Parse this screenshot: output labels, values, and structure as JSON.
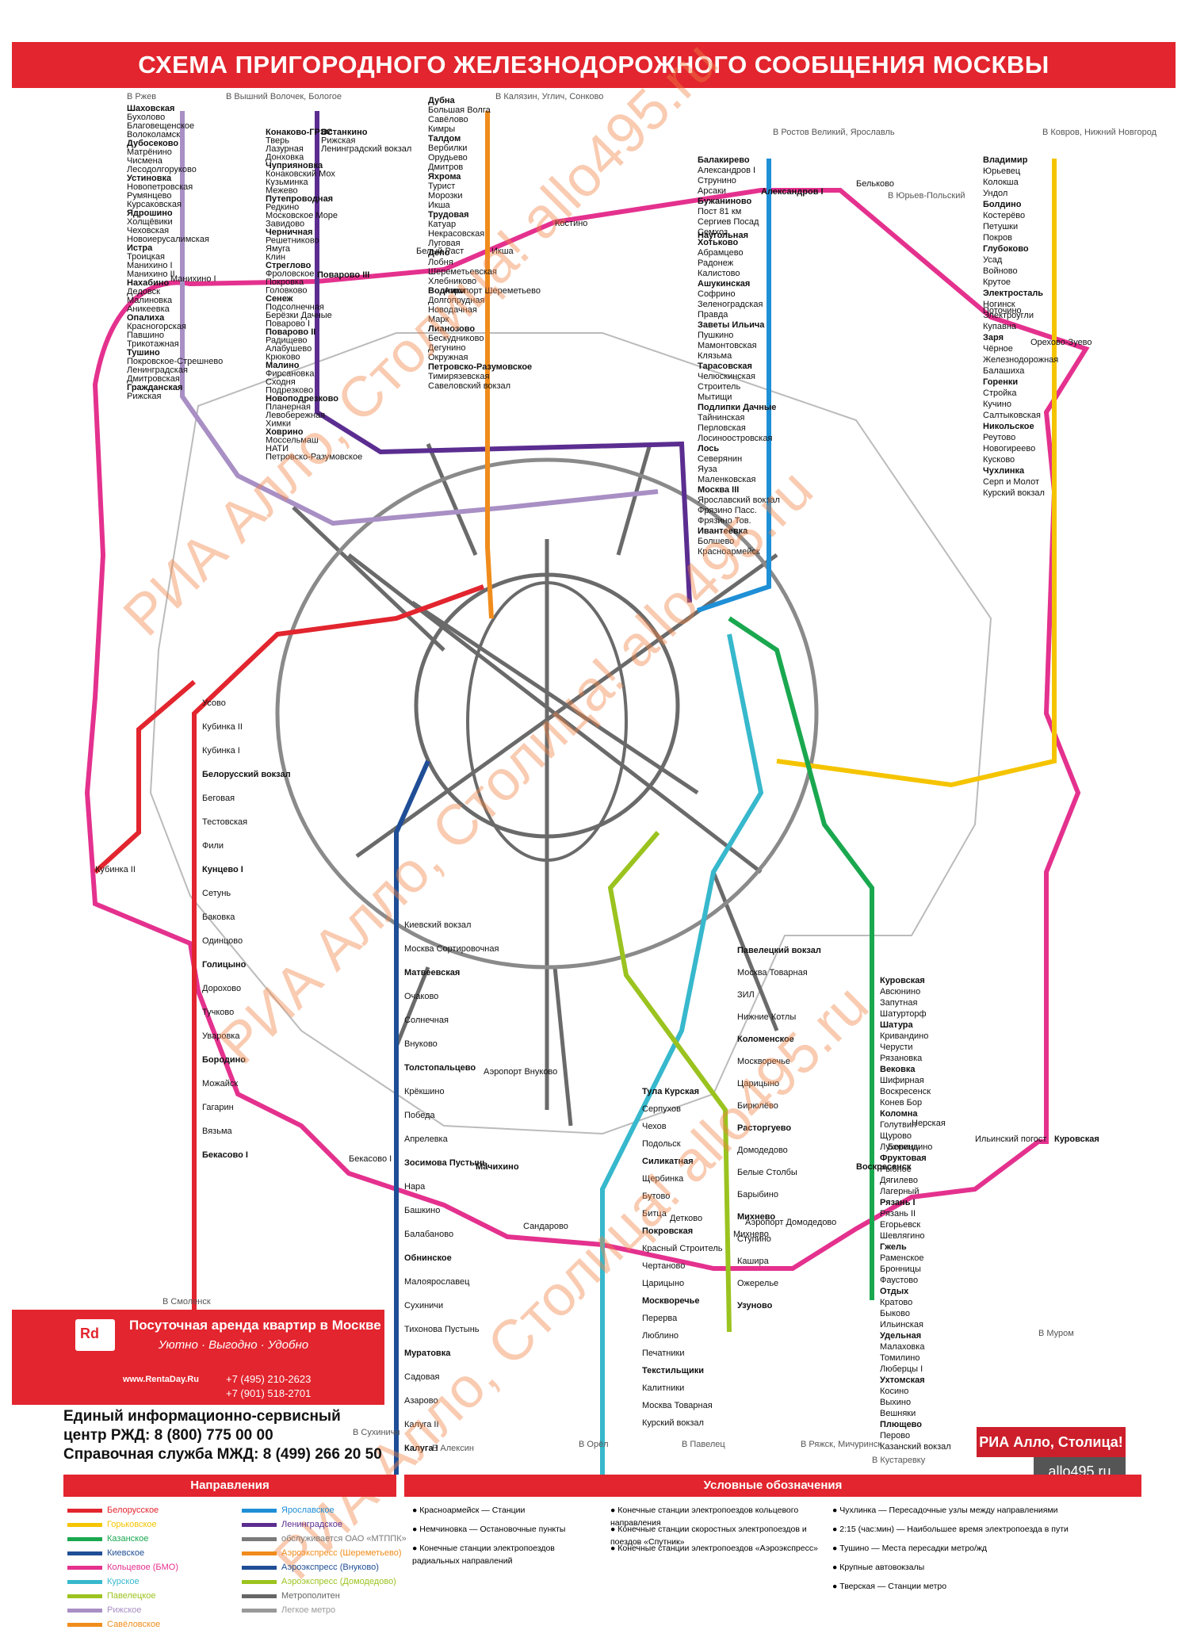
{
  "title": "СХЕМА ПРИГОРОДНОГО ЖЕЛЕЗНОДОРОЖНОГО СООБЩЕНИЯ МОСКВЫ",
  "watermark": "РИА Алло, Столица! allo495.ru",
  "colors": {
    "belorusskoe": "#e2252e",
    "gorkovskoe": "#f5c400",
    "kazanskoe": "#1aa84f",
    "kievskoe": "#1f4e96",
    "bmo": "#e4318e",
    "kurskoe": "#37b8cc",
    "paveletskoe": "#9bc31f",
    "rizhskoe": "#a88fc4",
    "savelovskoe": "#f08c1c",
    "yaroslavskoe": "#1f8fd6",
    "leningradskoe": "#5b2d90",
    "metro": "#666666",
    "mcc": "#888888",
    "aeroexpress": "#f08c1c"
  },
  "directions": {
    "rzhev": "В Ржев",
    "volochek": "В Вышний Волочек,\nБологое",
    "kalyazin": "В Калязин,\nУглич, Сонково",
    "rostov": "В Ростов Великий,\nЯрославль",
    "kovrov": "В Ковров,\nНижний Новгород",
    "yuryev": "В Юрьев-Польский",
    "smolensk": "В Смоленск",
    "sukhinichi": "В Сухиничи",
    "aleksin": "В Алексин",
    "orel": "В Орёл",
    "pavelets": "В Павелец",
    "ryazhsk": "В Ряжск,\nМичуринск",
    "kustarevka": "В Кустаревку",
    "murom": "В Муром"
  },
  "lines": {
    "rizhskoe": [
      "Шаховская",
      "Бухолово",
      "Благовещенское",
      "Волоколамск",
      "Дубосеково",
      "Матрёнино",
      "Чисмена",
      "Лесодолгоруково",
      "Устиновка",
      "Новопетровская",
      "Румянцево",
      "Курсаковская",
      "Ядрошино",
      "Холщёвики",
      "Чеховская",
      "Новоиерусалимская",
      "Истра",
      "Троицкая",
      "Манихино I",
      "Манихино II",
      "Нахабино",
      "Дедовск",
      "Малиновка",
      "Аникеевка",
      "Опалиха",
      "Красногорская",
      "Павшино",
      "Трикотажная",
      "Тушино",
      "Покровское-Стрешнево",
      "Ленинградская",
      "Дмитровская",
      "Гражданская",
      "Рижская"
    ],
    "leningradskoe": [
      "Конаково-ГРЭС",
      "Тверь",
      "Лазурная",
      "Донховка",
      "Чуприяновка",
      "Конаковский Мох",
      "Кузьминка",
      "Межево",
      "Путепроводная",
      "Редкино",
      "Московское Море",
      "Завидово",
      "Черничная",
      "Решетниково",
      "Ямуга",
      "Клин",
      "Стреглово",
      "Фроловское",
      "Покровка",
      "Головково",
      "Сенеж",
      "Подсолнечная",
      "Берёзки Дачные",
      "Поварово I",
      "Поварово II",
      "Радищево",
      "Алабушево",
      "Крюково",
      "Малино",
      "Фирсановка",
      "Сходня",
      "Подрезково",
      "Новоподрезково",
      "Планерная",
      "Левобережная",
      "Химки",
      "Ховрино",
      "Моссельмаш",
      "НАТИ",
      "Петровско-Разумовское",
      "Останкино",
      "Рижская",
      "Ленинградский вокзал"
    ],
    "savelovskoe": [
      "Дубна",
      "Большая Волга",
      "Савёлово",
      "Кимры",
      "Талдом",
      "Вербилки",
      "Орудьево",
      "Дмитров",
      "Яхрома",
      "Турист",
      "Морозки",
      "Икша",
      "Трудовая",
      "Катуар",
      "Некрасовская",
      "Луговая",
      "Депо",
      "Лобня",
      "Шереметьевская",
      "Хлебниково",
      "Водники",
      "Долгопрудная",
      "Новодачная",
      "Марк",
      "Лианозово",
      "Бескудниково",
      "Дегунино",
      "Окружная",
      "Петровско-Разумовское",
      "Тимирязевская",
      "Савеловский вокзал"
    ],
    "yaroslavskoe": [
      "Балакирево",
      "Александров I",
      "Струнино",
      "Арсаки",
      "Бужаниново",
      "Пост 81 км",
      "Сергиев Посад",
      "Семхоз",
      "Хотьково",
      "Абрамцево",
      "Радонеж",
      "Калистово",
      "Ашукинская",
      "Софрино",
      "Зеленоградская",
      "Правда",
      "Заветы Ильича",
      "Пушкино",
      "Мамонтовская",
      "Клязьма",
      "Тарасовская",
      "Челюскинская",
      "Строитель",
      "Мытищи",
      "Подлипки Дачные",
      "Тайнинская",
      "Перловская",
      "Лосиноостровская",
      "Лось",
      "Северянин",
      "Яуза",
      "Маленковская",
      "Москва III",
      "Ярославский вокзал",
      "Фрязино Пасс.",
      "Фрязино Тов.",
      "Ивантеевка",
      "Болшево",
      "Красноармейск"
    ],
    "gorkovskoe": [
      "Владимир",
      "Юрьевец",
      "Колокша",
      "Ундол",
      "Болдино",
      "Костерёво",
      "Петушки",
      "Покров",
      "Глубоково",
      "Усад",
      "Войново",
      "Крутое",
      "Электросталь",
      "Ногинск",
      "Электроугли",
      "Купавна",
      "Заря",
      "Чёрное",
      "Железнодорожная",
      "Балашиха",
      "Горенки",
      "Стройка",
      "Кучино",
      "Салтыковская",
      "Никольское",
      "Реутово",
      "Новогиреево",
      "Кусково",
      "Чухлинка",
      "Серп и Молот",
      "Курский вокзал"
    ],
    "kazanskoe": [
      "Куровская",
      "Авсюнино",
      "Запутная",
      "Шатурторф",
      "Шатура",
      "Кривандино",
      "Черусти",
      "Рязановка",
      "Вековка",
      "Шифирная",
      "Воскресенск",
      "Конев Бор",
      "Коломна",
      "Голутвин",
      "Щурово",
      "Луховицы",
      "Фруктовая",
      "Рыбное",
      "Дягилево",
      "Лагерный",
      "Рязань I",
      "Рязань II",
      "Егорьевск",
      "Шевлягино",
      "Гжель",
      "Раменское",
      "Бронницы",
      "Фаустово",
      "Отдых",
      "Кратово",
      "Быково",
      "Ильинская",
      "Удельная",
      "Малаховка",
      "Томилино",
      "Люберцы I",
      "Ухтомская",
      "Косино",
      "Выхино",
      "Вешняки",
      "Плющево",
      "Перово",
      "Казанский вокзал"
    ],
    "kurskoe": [
      "Тула Курская",
      "Серпухов",
      "Чехов",
      "Подольск",
      "Силикатная",
      "Щербинка",
      "Бутово",
      "Битца",
      "Покровская",
      "Красный Строитель",
      "Чертаново",
      "Царицыно",
      "Москворечье",
      "Перерва",
      "Люблино",
      "Печатники",
      "Текстильщики",
      "Калитники",
      "Москва Товарная",
      "Курский вокзал"
    ],
    "kievskoe": [
      "Калуга I",
      "Калуга II",
      "Азарово",
      "Садовая",
      "Муратовка",
      "Тихонова Пустынь",
      "Сухиничи",
      "Малоярославец",
      "Обнинское",
      "Балабаново",
      "Башкино",
      "Нара",
      "Зосимова Пустынь",
      "Апрелевка",
      "Победа",
      "Крёкшино",
      "Толстопальцево",
      "Внуково",
      "Солнечная",
      "Очаково",
      "Матвеевская",
      "Москва Сортировочная",
      "Киевский вокзал"
    ],
    "paveletskoe": [
      "Узуново",
      "Ожерелье",
      "Кашира",
      "Ступино",
      "Михнево",
      "Барыбино",
      "Белые Столбы",
      "Домодедово",
      "Расторгуево",
      "Бирюлёво",
      "Царицыно",
      "Москворечье",
      "Коломенское",
      "Нижние Котлы",
      "ЗИЛ",
      "Москва Товарная",
      "Павелецкий вокзал"
    ],
    "belorusskoe": [
      "Бекасово I",
      "Вязьма",
      "Гагарин",
      "Можайск",
      "Бородино",
      "Уваровка",
      "Тучково",
      "Дорохово",
      "Голицыно",
      "Одинцово",
      "Баковка",
      "Сетунь",
      "Кунцево I",
      "Фили",
      "Тестовская",
      "Беговая",
      "Белорусский вокзал",
      "Кубинка I",
      "Кубинка II",
      "Усово"
    ],
    "bmo": [
      "Александров I",
      "Бельково",
      "Поточино",
      "Орехово-Зуево",
      "Куровская",
      "Ильинский погост",
      "Нерская",
      "Берендино",
      "Воскресенск",
      "Михнево",
      "Детково",
      "Сандарово",
      "Мачихино",
      "Бекасово I",
      "Кубинка II",
      "Манихино I",
      "Поварово III",
      "Белый Раст",
      "Икша",
      "Костино",
      "Наугольная"
    ]
  },
  "aeroexpress": [
    "Аэропорт Шереметьево",
    "Аэропорт Внуково",
    "Аэропорт Домодедово"
  ],
  "ad": {
    "title": "Посуточная аренда квартир в Москве",
    "sub": "Уютно · Выгодно · Удобно",
    "site": "www.RentaDay.Ru",
    "phone1": "+7 (495) 210-2623",
    "phone2": "+7 (901) 518-2701",
    "logo": "Rd"
  },
  "info": [
    "Единый информационно-сервисный",
    "центр РЖД: 8 (800) 775 00 00",
    "Справочная служба МЖД: 8 (499) 266 20 50"
  ],
  "legend": {
    "directions_title": "Направления",
    "symbols_title": "Условные обозначения",
    "dirs": [
      {
        "name": "Белорусское",
        "color": "#e2252e"
      },
      {
        "name": "Горьковское",
        "color": "#f5c400"
      },
      {
        "name": "Казанское",
        "color": "#1aa84f"
      },
      {
        "name": "Киевское",
        "color": "#1f4e96"
      },
      {
        "name": "Кольцевое (БМО)",
        "color": "#e4318e"
      },
      {
        "name": "Курское",
        "color": "#37b8cc"
      },
      {
        "name": "Павелецкое",
        "color": "#9bc31f"
      },
      {
        "name": "Рижское",
        "color": "#a88fc4"
      },
      {
        "name": "Савёловское",
        "color": "#f08c1c"
      },
      {
        "name": "Ярославское",
        "color": "#1f8fd6"
      },
      {
        "name": "Ленинградское",
        "color": "#5b2d90"
      },
      {
        "name": "обслуживается ОАО «МТППК»",
        "color": "#7a7a7a"
      },
      {
        "name": "Аэроэкспресс (Шереметьево)",
        "color": "#f08c1c"
      },
      {
        "name": "Аэроэкспресс (Внуково)",
        "color": "#1f4e96"
      },
      {
        "name": "Аэроэкспресс (Домодедово)",
        "color": "#9bc31f"
      },
      {
        "name": "Метрополитен",
        "color": "#666666"
      },
      {
        "name": "Легкое метро",
        "color": "#999999"
      }
    ],
    "symbols": [
      {
        "t": "Станции",
        "e": "Красноармейск"
      },
      {
        "t": "Остановочные пункты",
        "e": "Немчиновка"
      },
      {
        "t": "Конечные станции электропоездов радиальных направлений"
      },
      {
        "t": "Конечные станции электропоездов кольцевого направления"
      },
      {
        "t": "Конечные станции скоростных электропоездов и поездов «Спутник»"
      },
      {
        "t": "Конечные станции электропоездов «Аэроэкспресс»"
      },
      {
        "t": "Пересадочные узлы между направлениями",
        "e": "Чухлинка"
      },
      {
        "t": "Наибольшее время электропоезда в пути",
        "e": "2:15 (час:мин)"
      },
      {
        "t": "Места пересадки метро/жд",
        "e": "Тушино"
      },
      {
        "t": "Крупные автовокзалы"
      },
      {
        "t": "Станции метро",
        "e": "Тверская"
      }
    ]
  },
  "ria": {
    "top": "РИА Алло, Столица!",
    "bottom": "allo495.ru"
  }
}
